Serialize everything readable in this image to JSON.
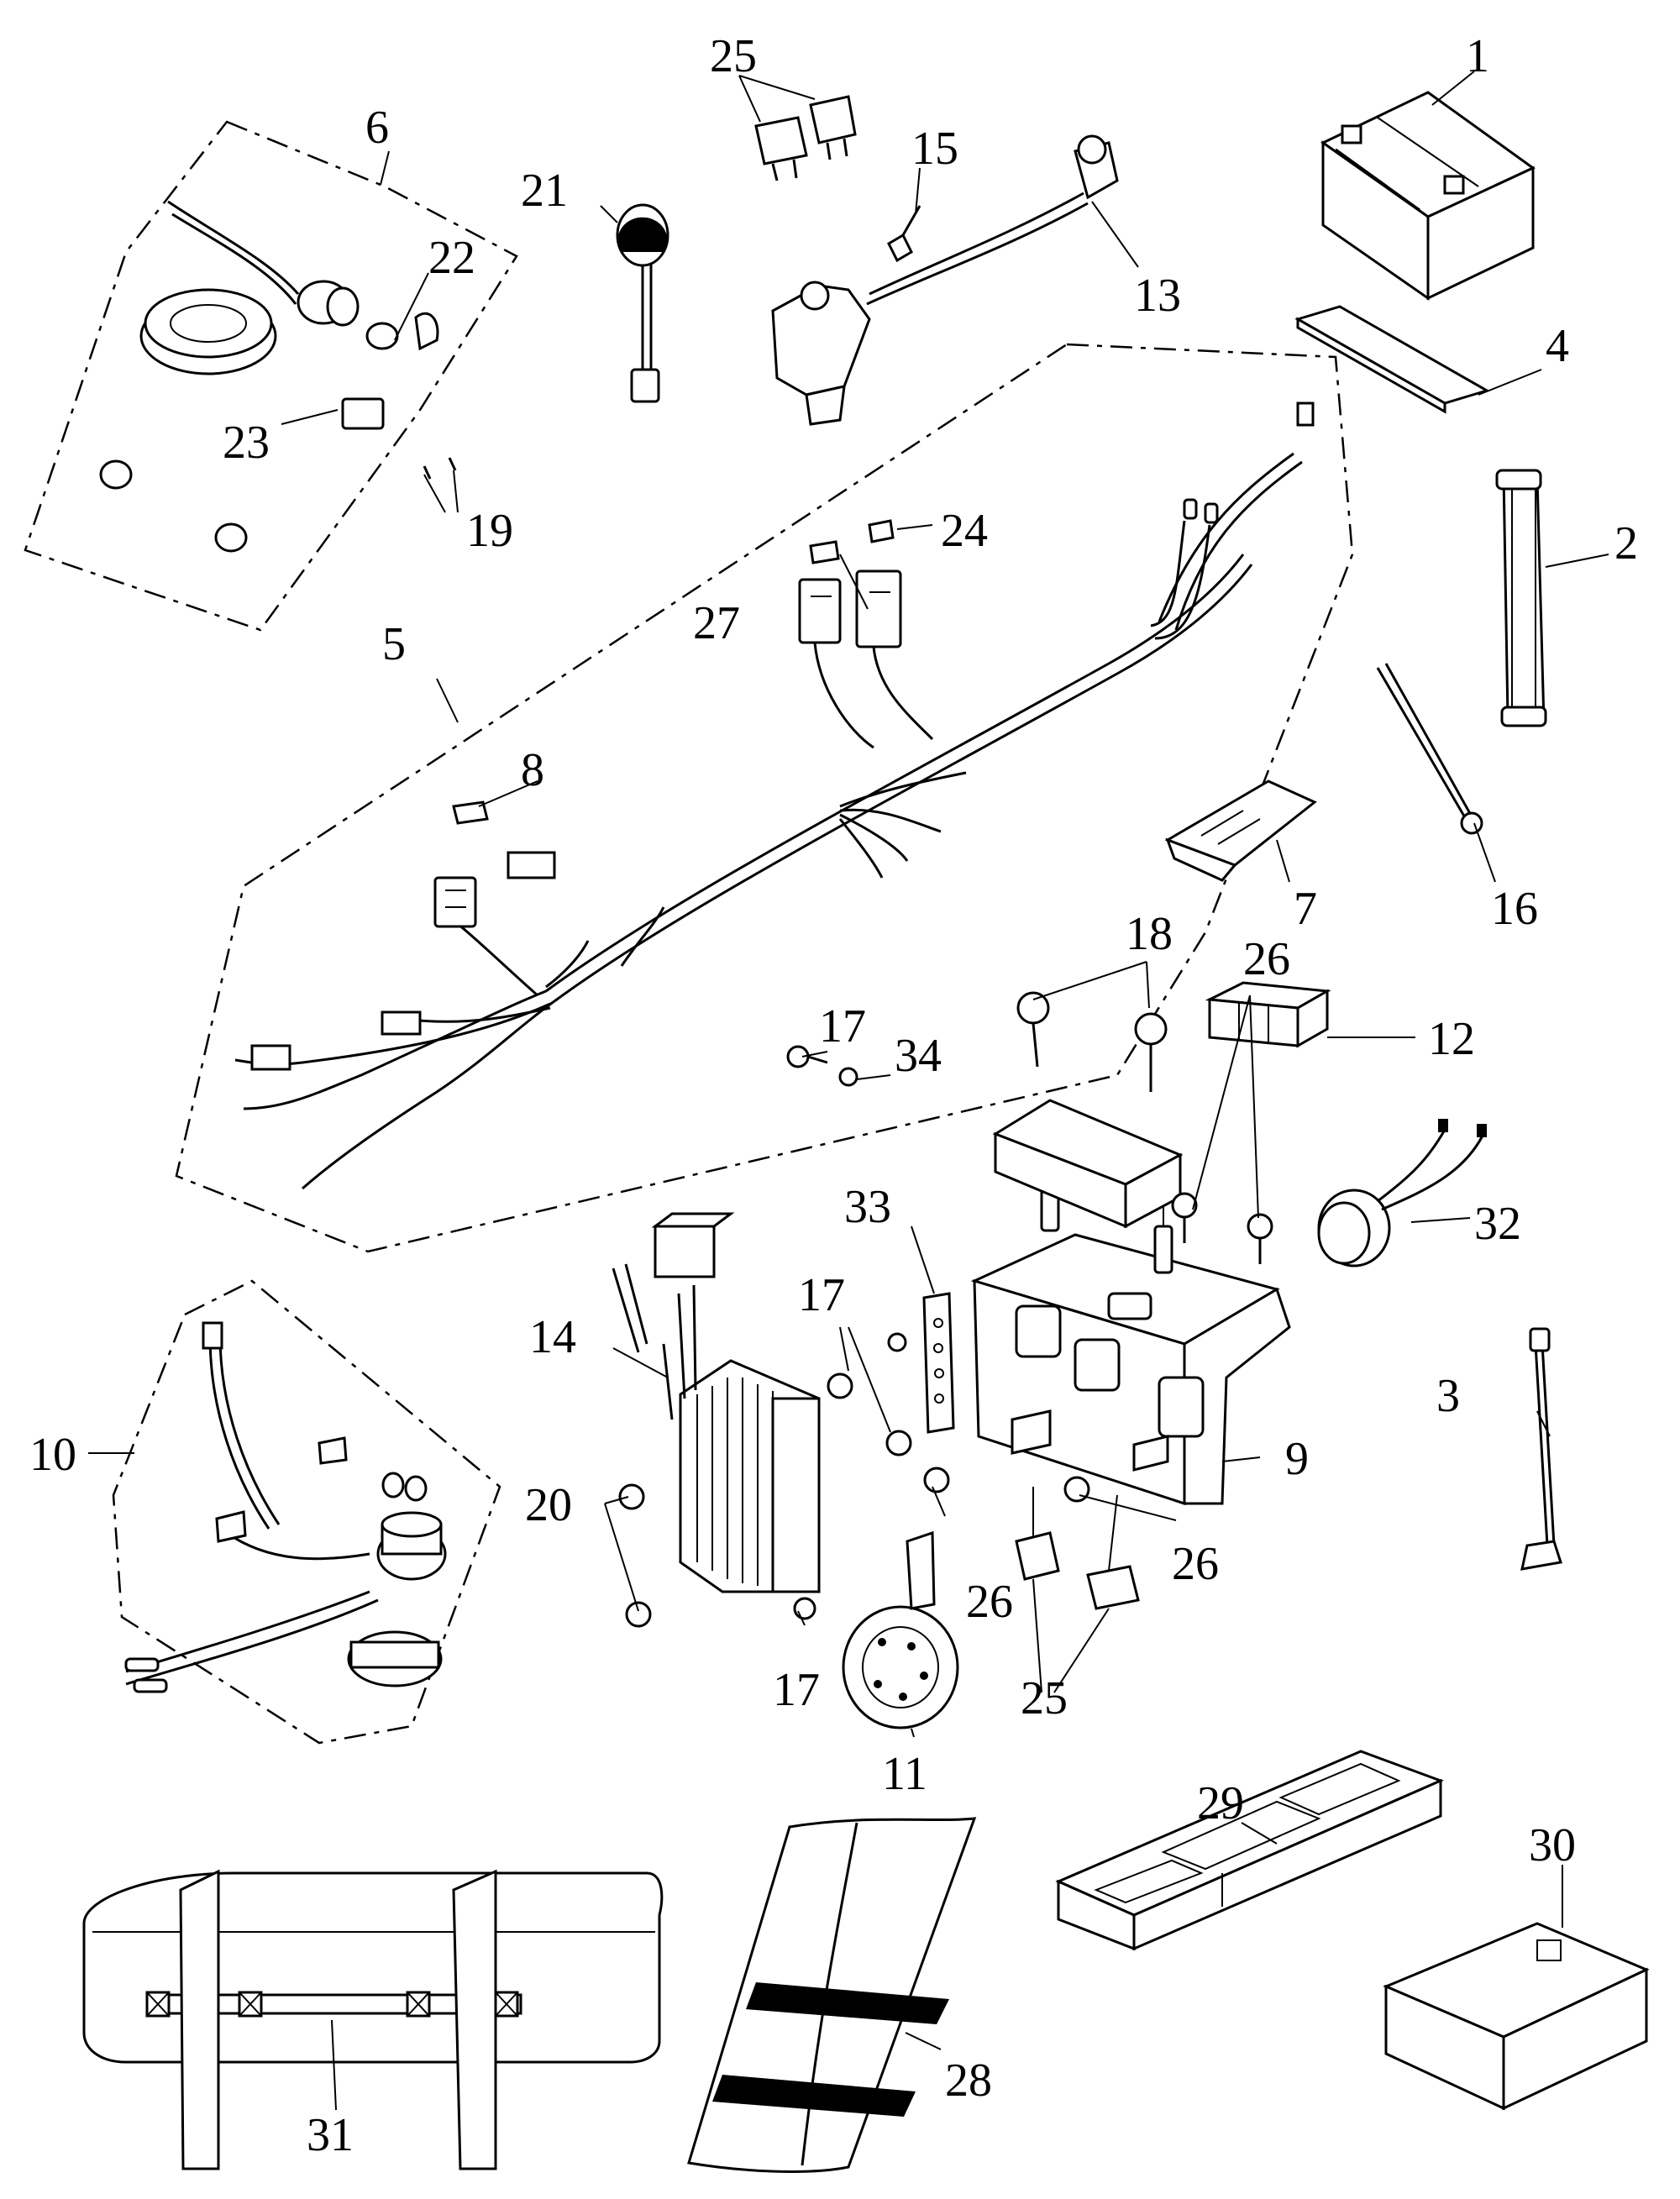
{
  "diagram": {
    "type": "exploded-parts-diagram",
    "callouts": [
      "1",
      "2",
      "3",
      "4",
      "5",
      "6",
      "7",
      "8",
      "9",
      "10",
      "11",
      "12",
      "13",
      "14",
      "15",
      "16",
      "17",
      "17",
      "17",
      "18",
      "19",
      "20",
      "21",
      "22",
      "23",
      "24",
      "25",
      "25",
      "26",
      "26",
      "26",
      "27",
      "28",
      "29",
      "30",
      "31",
      "32",
      "33",
      "34"
    ],
    "parts": [
      {
        "id": "1",
        "icon": "battery-icon"
      },
      {
        "id": "2",
        "icon": "battery-strap-icon"
      },
      {
        "id": "3",
        "icon": "ground-cable-icon"
      },
      {
        "id": "4",
        "icon": "rubber-pad-icon"
      },
      {
        "id": "5",
        "icon": "wire-harness-icon"
      },
      {
        "id": "6",
        "icon": "ignition-switch-kit-icon"
      },
      {
        "id": "7",
        "icon": "fuse-holder-bag-icon"
      },
      {
        "id": "8",
        "icon": "fuse-icon"
      },
      {
        "id": "9",
        "icon": "electrical-bracket-icon"
      },
      {
        "id": "10",
        "icon": "starter-relay-kit-icon"
      },
      {
        "id": "11",
        "icon": "horn-icon"
      },
      {
        "id": "12",
        "icon": "cdi-unit-icon"
      },
      {
        "id": "13",
        "icon": "ignition-coil-icon"
      },
      {
        "id": "14",
        "icon": "regulator-rectifier-icon"
      },
      {
        "id": "15",
        "icon": "spark-plug-icon"
      },
      {
        "id": "16",
        "icon": "cable-tie-icon"
      },
      {
        "id": "17",
        "icon": "bolt-icon"
      },
      {
        "id": "18",
        "icon": "bolt-icon"
      },
      {
        "id": "19",
        "icon": "screw-icon"
      },
      {
        "id": "20",
        "icon": "bolt-icon"
      },
      {
        "id": "21",
        "icon": "indicator-switch-icon"
      },
      {
        "id": "22",
        "icon": "nut-washer-icon"
      },
      {
        "id": "23",
        "icon": "connector-block-icon"
      },
      {
        "id": "24",
        "icon": "fuse-icon"
      },
      {
        "id": "25",
        "icon": "relay-icon"
      },
      {
        "id": "26",
        "icon": "bolt-icon"
      },
      {
        "id": "27",
        "icon": "fuse-icon"
      },
      {
        "id": "28",
        "icon": "cover-sheet-icon"
      },
      {
        "id": "29",
        "icon": "tool-case-icon"
      },
      {
        "id": "30",
        "icon": "box-icon"
      },
      {
        "id": "31",
        "icon": "tool-bag-icon"
      },
      {
        "id": "32",
        "icon": "switch-icon"
      },
      {
        "id": "33",
        "icon": "stay-plate-icon"
      },
      {
        "id": "34",
        "icon": "washer-icon"
      }
    ]
  }
}
